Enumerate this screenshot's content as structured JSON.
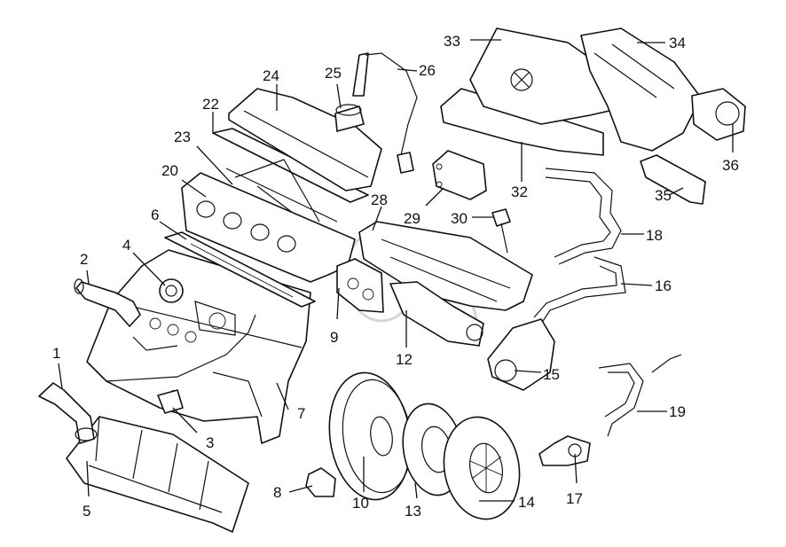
{
  "callouts": [
    {
      "id": "c1",
      "label": "1"
    },
    {
      "id": "c2",
      "label": "2"
    },
    {
      "id": "c3",
      "label": "3"
    },
    {
      "id": "c4",
      "label": "4"
    },
    {
      "id": "c5",
      "label": "5"
    },
    {
      "id": "c6",
      "label": "6"
    },
    {
      "id": "c7",
      "label": "7"
    },
    {
      "id": "c8",
      "label": "8"
    },
    {
      "id": "c9",
      "label": "9"
    },
    {
      "id": "c10",
      "label": "10"
    },
    {
      "id": "c12",
      "label": "12"
    },
    {
      "id": "c13",
      "label": "13"
    },
    {
      "id": "c14",
      "label": "14"
    },
    {
      "id": "c15",
      "label": "15"
    },
    {
      "id": "c16",
      "label": "16"
    },
    {
      "id": "c17",
      "label": "17"
    },
    {
      "id": "c18",
      "label": "18"
    },
    {
      "id": "c19",
      "label": "19"
    },
    {
      "id": "c20",
      "label": "20"
    },
    {
      "id": "c22",
      "label": "22"
    },
    {
      "id": "c23",
      "label": "23"
    },
    {
      "id": "c24",
      "label": "24"
    },
    {
      "id": "c25",
      "label": "25"
    },
    {
      "id": "c26",
      "label": "26"
    },
    {
      "id": "c28",
      "label": "28"
    },
    {
      "id": "c29",
      "label": "29"
    },
    {
      "id": "c30",
      "label": "30"
    },
    {
      "id": "c32",
      "label": "32"
    },
    {
      "id": "c33",
      "label": "33"
    },
    {
      "id": "c34",
      "label": "34"
    },
    {
      "id": "c35",
      "label": "35"
    },
    {
      "id": "c36",
      "label": "36"
    }
  ],
  "watermark": {
    "text": "OSS"
  }
}
